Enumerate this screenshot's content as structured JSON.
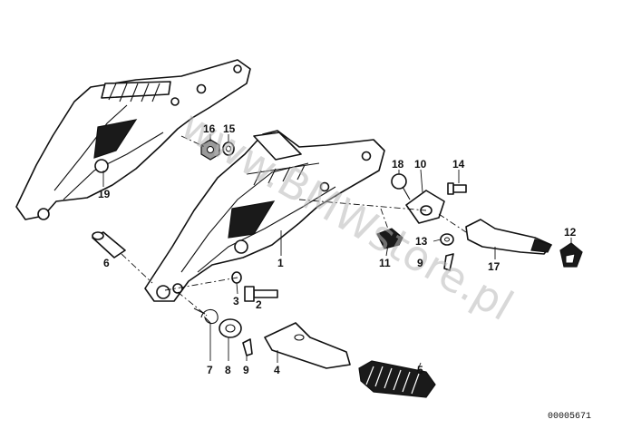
{
  "diagram": {
    "labels": {
      "p1": "1",
      "p2": "2",
      "p3": "3",
      "p4": "4",
      "p5": "5",
      "p6": "6",
      "p7": "7",
      "p8": "8",
      "p9a": "9",
      "p9b": "9",
      "p10": "10",
      "p11": "11",
      "p12": "12",
      "p13": "13",
      "p14": "14",
      "p15": "15",
      "p16": "16",
      "p17": "17",
      "p18": "18",
      "p19": "19"
    },
    "document_number": "00005671",
    "watermark": "www.BMWstore.pl"
  }
}
